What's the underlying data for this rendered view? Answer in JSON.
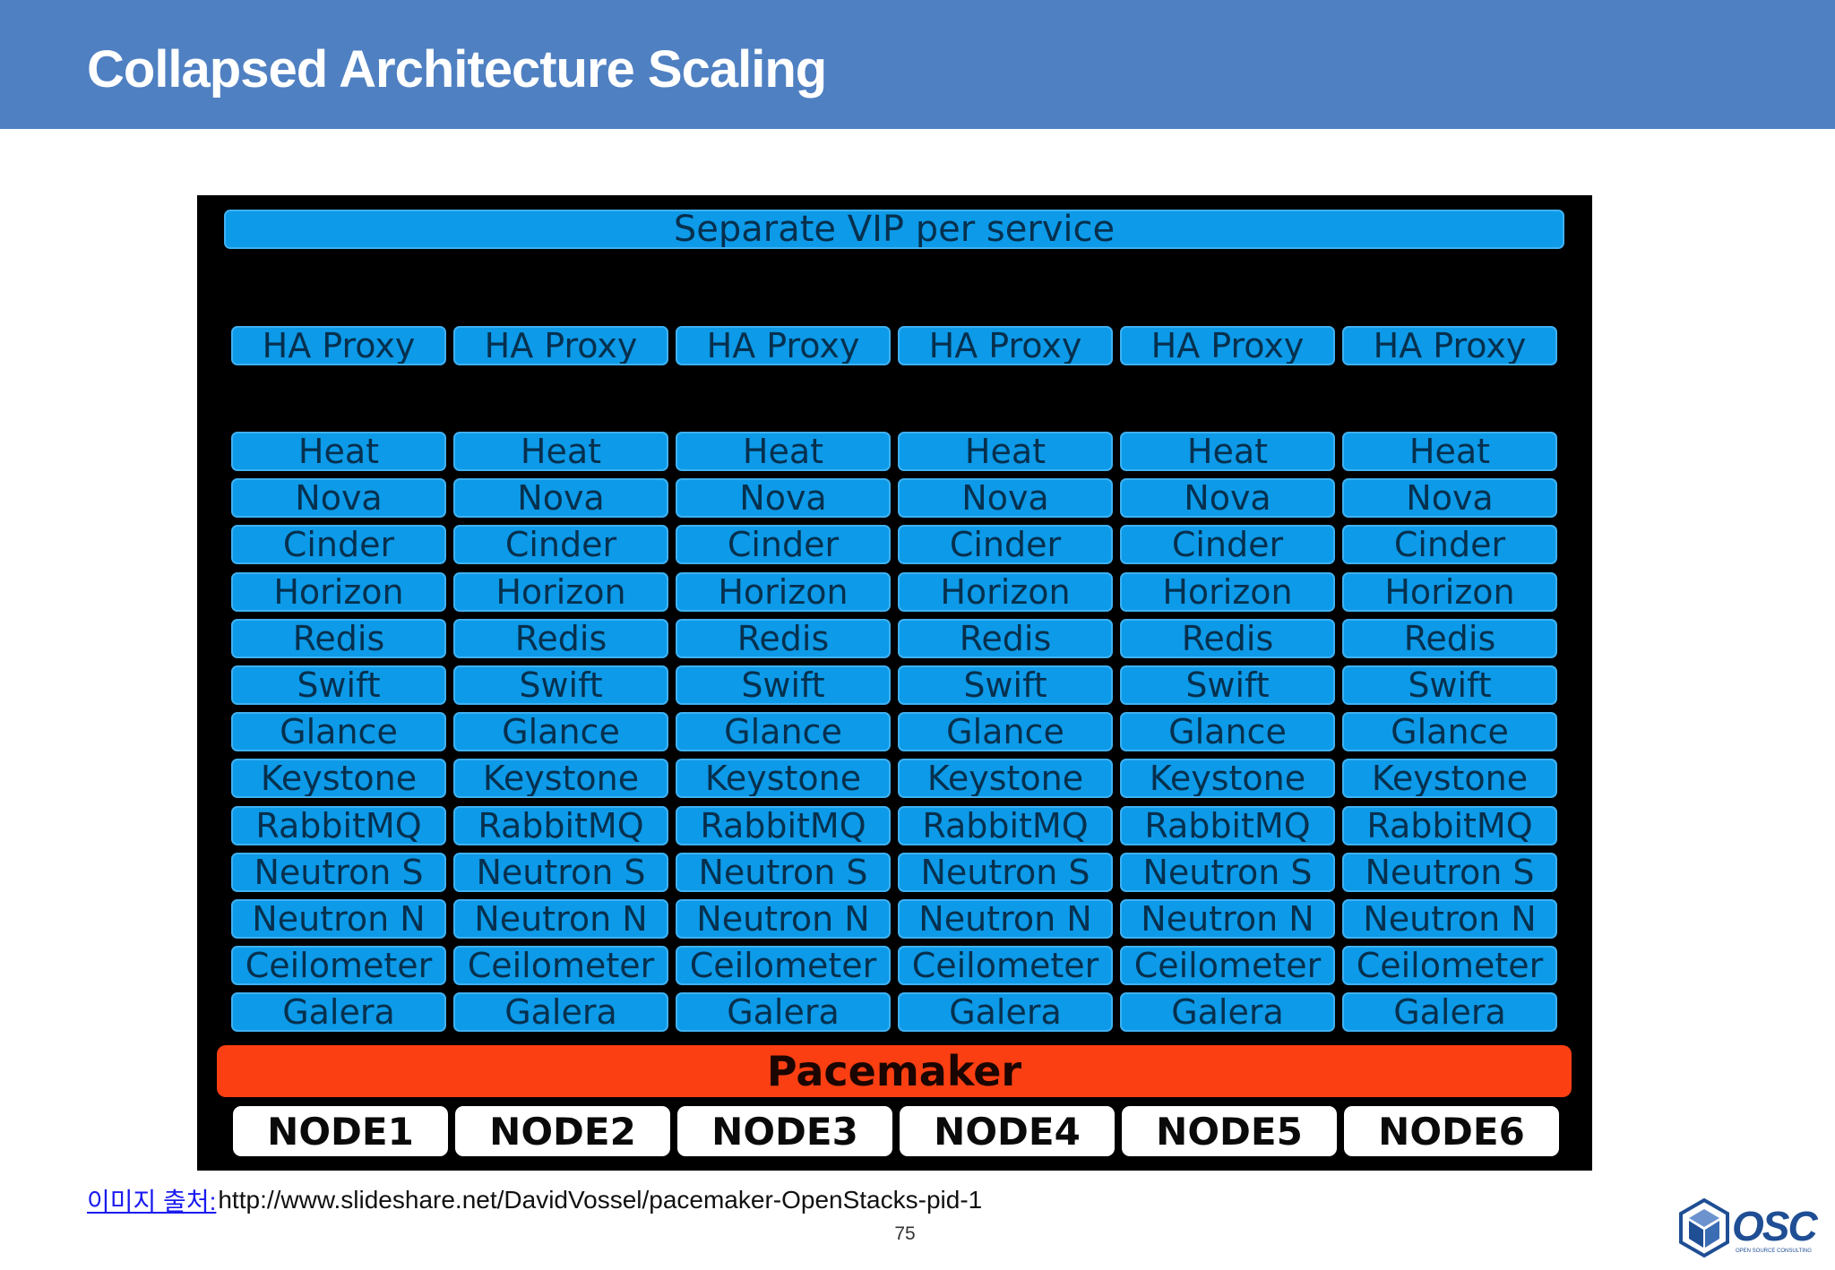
{
  "header": {
    "title": "Collapsed Architecture Scaling"
  },
  "diagram": {
    "vip_label": "Separate VIP per service",
    "proxy_label": "HA Proxy",
    "services": [
      "Heat",
      "Nova",
      "Cinder",
      "Horizon",
      "Redis",
      "Swift",
      "Glance",
      "Keystone",
      "RabbitMQ",
      "Neutron S",
      "Neutron N",
      "Ceilometer",
      "Galera"
    ],
    "pacemaker_label": "Pacemaker",
    "nodes": [
      "NODE1",
      "NODE2",
      "NODE3",
      "NODE4",
      "NODE5",
      "NODE6"
    ]
  },
  "footer": {
    "source_label": "이미지 출처:",
    "source_url": "http://www.slideshare.net/DavidVossel/pacemaker-OpenStacks-pid-1",
    "page_number": "75"
  },
  "logo": {
    "text": "OSC",
    "tagline": "OPEN SOURCE CONSULTING"
  },
  "colors": {
    "header_bg": "#4f80c2",
    "service_box": "#0d9ae8",
    "pacemaker": "#fb3f12",
    "node_box": "#ffffff",
    "diagram_bg": "#000000"
  }
}
